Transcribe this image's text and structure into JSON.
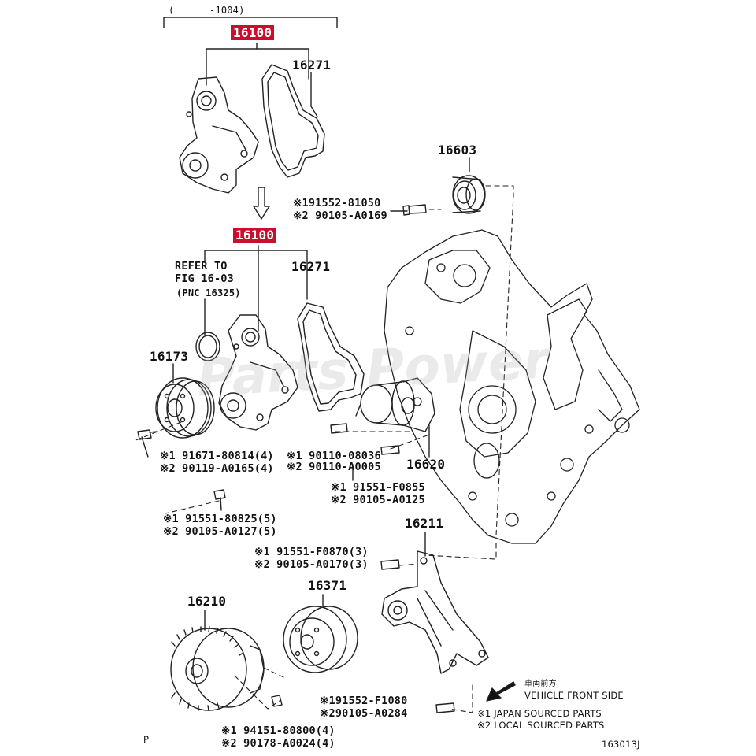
{
  "diagram": {
    "date_range": "(      -1004)",
    "watermark": "Parts Power",
    "refer_to": {
      "line1": "REFER TO",
      "line2": "FIG 16-03",
      "line3": "(PNC 16325)"
    },
    "parts": {
      "p16100_top": "16100",
      "p16271_top": "16271",
      "p16603": "16603",
      "p16100_bottom": "16100",
      "p16271_bottom": "16271",
      "p16173": "16173",
      "p16620": "16620",
      "p16211": "16211",
      "p16371": "16371",
      "p16210": "16210"
    },
    "bolts": {
      "b1a": "※191552-81050",
      "b1b": "※2 90105-A0169",
      "b2a": "※1 91671-80814(4)",
      "b2b": "※2 90119-A0165(4)",
      "b3a": "※1 90110-08036",
      "b3b": "※2 90110-A0005",
      "b4a": "※1 91551-F0855",
      "b4b": "※2 90105-A0125",
      "b5a": "※1 91551-80825(5)",
      "b5b": "※2 90105-A0127(5)",
      "b6a": "※1 91551-F0870(3)",
      "b6b": "※2 90105-A0170(3)",
      "b7a": "※191552-F1080",
      "b7b": "※290105-A0284",
      "b8a": "※1 94151-80800(4)",
      "b8b": "※2 90178-A0024(4)"
    },
    "legend": {
      "front_jp": "車両前方",
      "front_en": "VEHICLE FRONT SIDE",
      "note1": "※1 JAPAN SOURCED PARTS",
      "note2": "※2 LOCAL SOURCED PARTS"
    },
    "page_letter": "P",
    "figure_id": "163013J",
    "highlight_color": "#c8102e"
  }
}
